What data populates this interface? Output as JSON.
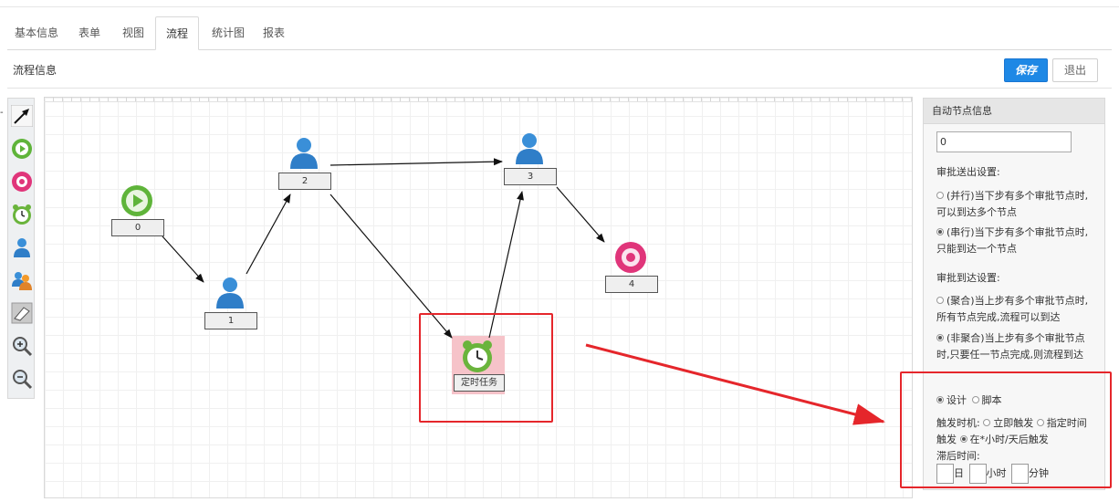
{
  "tabs": [
    "基本信息",
    "表单",
    "视图",
    "流程",
    "统计图",
    "报表"
  ],
  "active_tab": "流程",
  "section_title": "流程信息",
  "buttons": {
    "save": "保存",
    "exit": "退出"
  },
  "left_edge_mark": "-",
  "toolbar": {
    "tools": [
      "arrow-tool-icon",
      "start-node-icon",
      "end-node-icon",
      "timer-node-icon",
      "user-node-icon",
      "multi-user-node-icon",
      "eraser-icon",
      "zoom-in-icon",
      "zoom-out-icon"
    ]
  },
  "nodes": [
    {
      "id": "0",
      "label": "0",
      "type": "start"
    },
    {
      "id": "1",
      "label": "1",
      "type": "user"
    },
    {
      "id": "2",
      "label": "2",
      "type": "user"
    },
    {
      "id": "3",
      "label": "3",
      "type": "user"
    },
    {
      "id": "4",
      "label": "4",
      "type": "end"
    },
    {
      "id": "timer",
      "label": "定时任务",
      "type": "timer"
    }
  ],
  "panel": {
    "title": "自动节点信息",
    "node_value": "0",
    "send_settings_label": "审批送出设置:",
    "send_parallel": "(并行)当下步有多个审批节点时,可以到达多个节点",
    "send_serial": "(串行)当下步有多个审批节点时,只能到达一个节点",
    "arrive_settings_label": "审批到达设置:",
    "arrive_merge": "(聚合)当上步有多个审批节点时,所有节点完成,流程可以到达",
    "arrive_nonmerge": "(非聚合)当上步有多个审批节点时,只要任一节点完成,则流程到达",
    "mode_design": "设计",
    "mode_script": "脚本",
    "trigger_label": "触发时机:",
    "trigger_immediate": "立即触发",
    "trigger_scheduled": "指定时间触发",
    "trigger_delay": "在*小时/天后触发",
    "delay_label": "滞后时间:",
    "unit_day": "日",
    "unit_hour": "小时",
    "unit_minute": "分钟"
  },
  "colors": {
    "accent": "#1e88e5",
    "annotation": "#e5262b",
    "node_highlight": "#f6c3c9"
  }
}
